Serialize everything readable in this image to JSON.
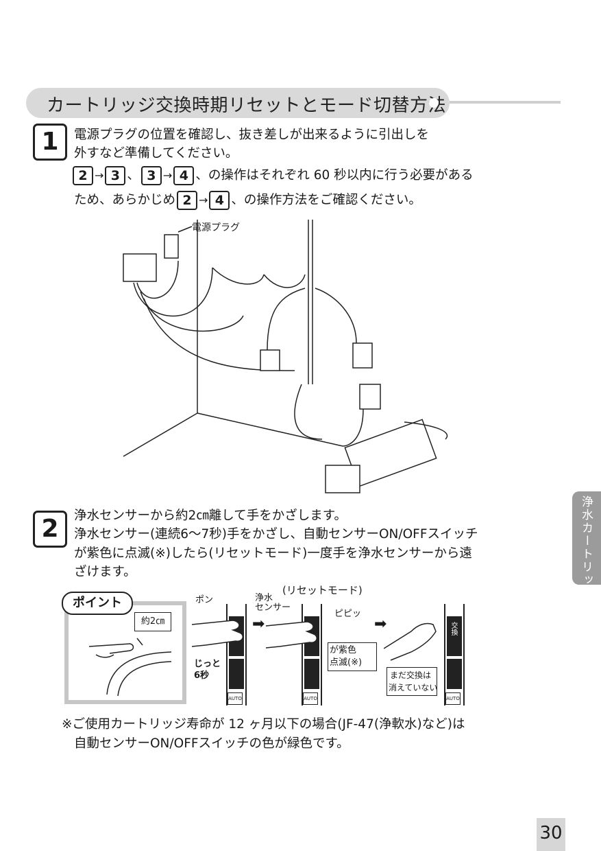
{
  "header": {
    "title": "カートリッジ交換時期リセットとモード切替方法"
  },
  "step1": {
    "number": "1",
    "line1": "電源プラグの位置を確認し、抜き差しが出来るように引出しを",
    "line2": "外すなど準備してください。",
    "line3": {
      "k1": "2",
      "k2": "3",
      "k3": "3",
      "k4": "4",
      "text": "、の操作はそれぞれ 60 秒以内に行う必要がある"
    },
    "line4": {
      "pre": "ため、あらかじめ",
      "k1": "2",
      "k2": "4",
      "text": "、の操作方法をご確認ください。"
    },
    "arrow": "→",
    "sep": "、",
    "illustration_label": "電源プラグ"
  },
  "step2": {
    "number": "2",
    "line1": "浄水センサーから約2㎝離して手をかざします。",
    "line2": "浄水センサー(連続6〜7秒)手をかざし、自動センサーON/OFFスイッチ",
    "line3": "が紫色に点滅(※)したら(リセットモード)一度手を浄水センサーから遠",
    "line4": "ざけます。"
  },
  "diagram": {
    "point_badge": "ポイント",
    "distance_label": "約2㎝",
    "pon": "ポン",
    "sensor_label_1": "浄水",
    "sensor_label_2": "センサー",
    "reset_mode": "(リセットモード)",
    "pipipi": "ピピッ",
    "wait_1": "じっと",
    "wait_2": "6秒",
    "purple_blink_1": "が紫色",
    "purple_blink_2": "点滅(※)",
    "not_erased_1": "まだ交換は",
    "not_erased_2": "消えていない",
    "auto": "AUTO",
    "exchange": "交換"
  },
  "note": {
    "line1": "※ご使用カートリッジ寿命が 12 ヶ月以下の場合(JF-47(浄軟水)など)は",
    "line2": "自動センサーON/OFFスイッチの色が緑色です。"
  },
  "side_tab": "浄水カートリッジ",
  "page_number": "30"
}
